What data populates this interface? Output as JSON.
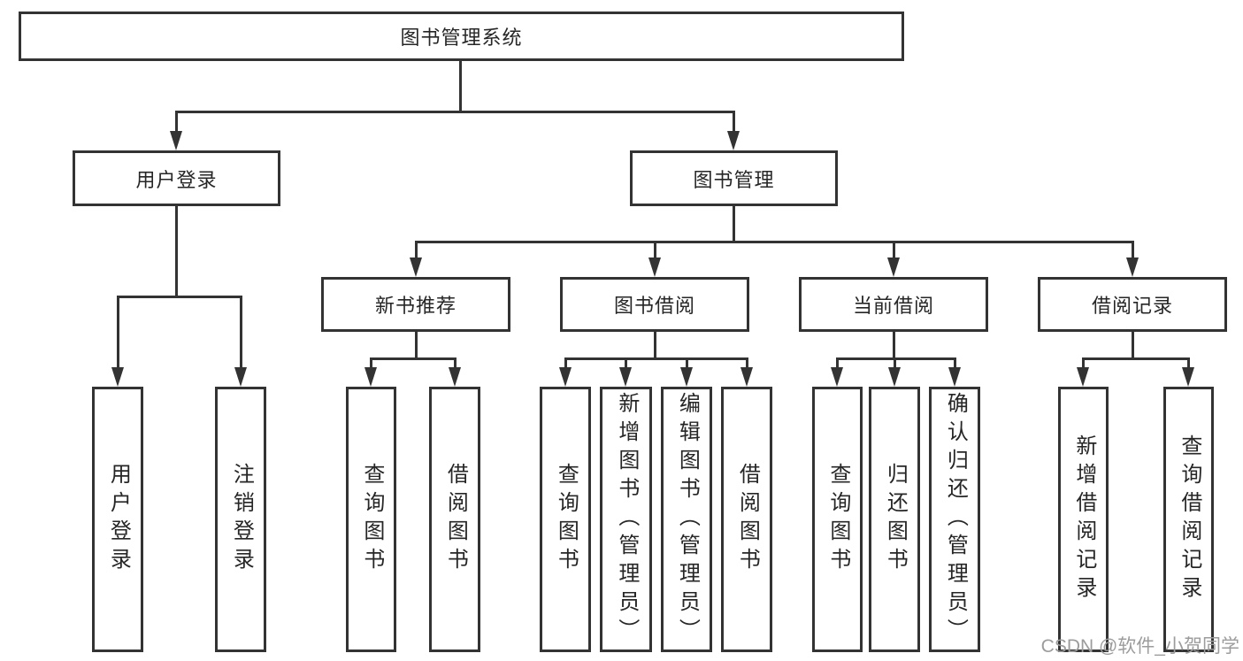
{
  "diagram": {
    "root": "图书管理系统",
    "level2": [
      "用户登录",
      "图书管理"
    ],
    "level3": [
      "新书推荐",
      "图书借阅",
      "当前借阅",
      "借阅记录"
    ],
    "leaves": [
      "用户登录",
      "注销登录",
      "查询图书",
      "借阅图书",
      "查询图书",
      "新增图书（管理员）",
      "编辑图书（管理员）",
      "借阅图书",
      "查询图书",
      "归还图书",
      "确认归还（管理员）",
      "新增借阅记录",
      "查询借阅记录"
    ]
  },
  "watermark": "CSDN @软件_小贺同学",
  "colors": {
    "line": "#333333",
    "text": "#262626",
    "watermark": "#9c9c9c",
    "bg": "#ffffff"
  }
}
